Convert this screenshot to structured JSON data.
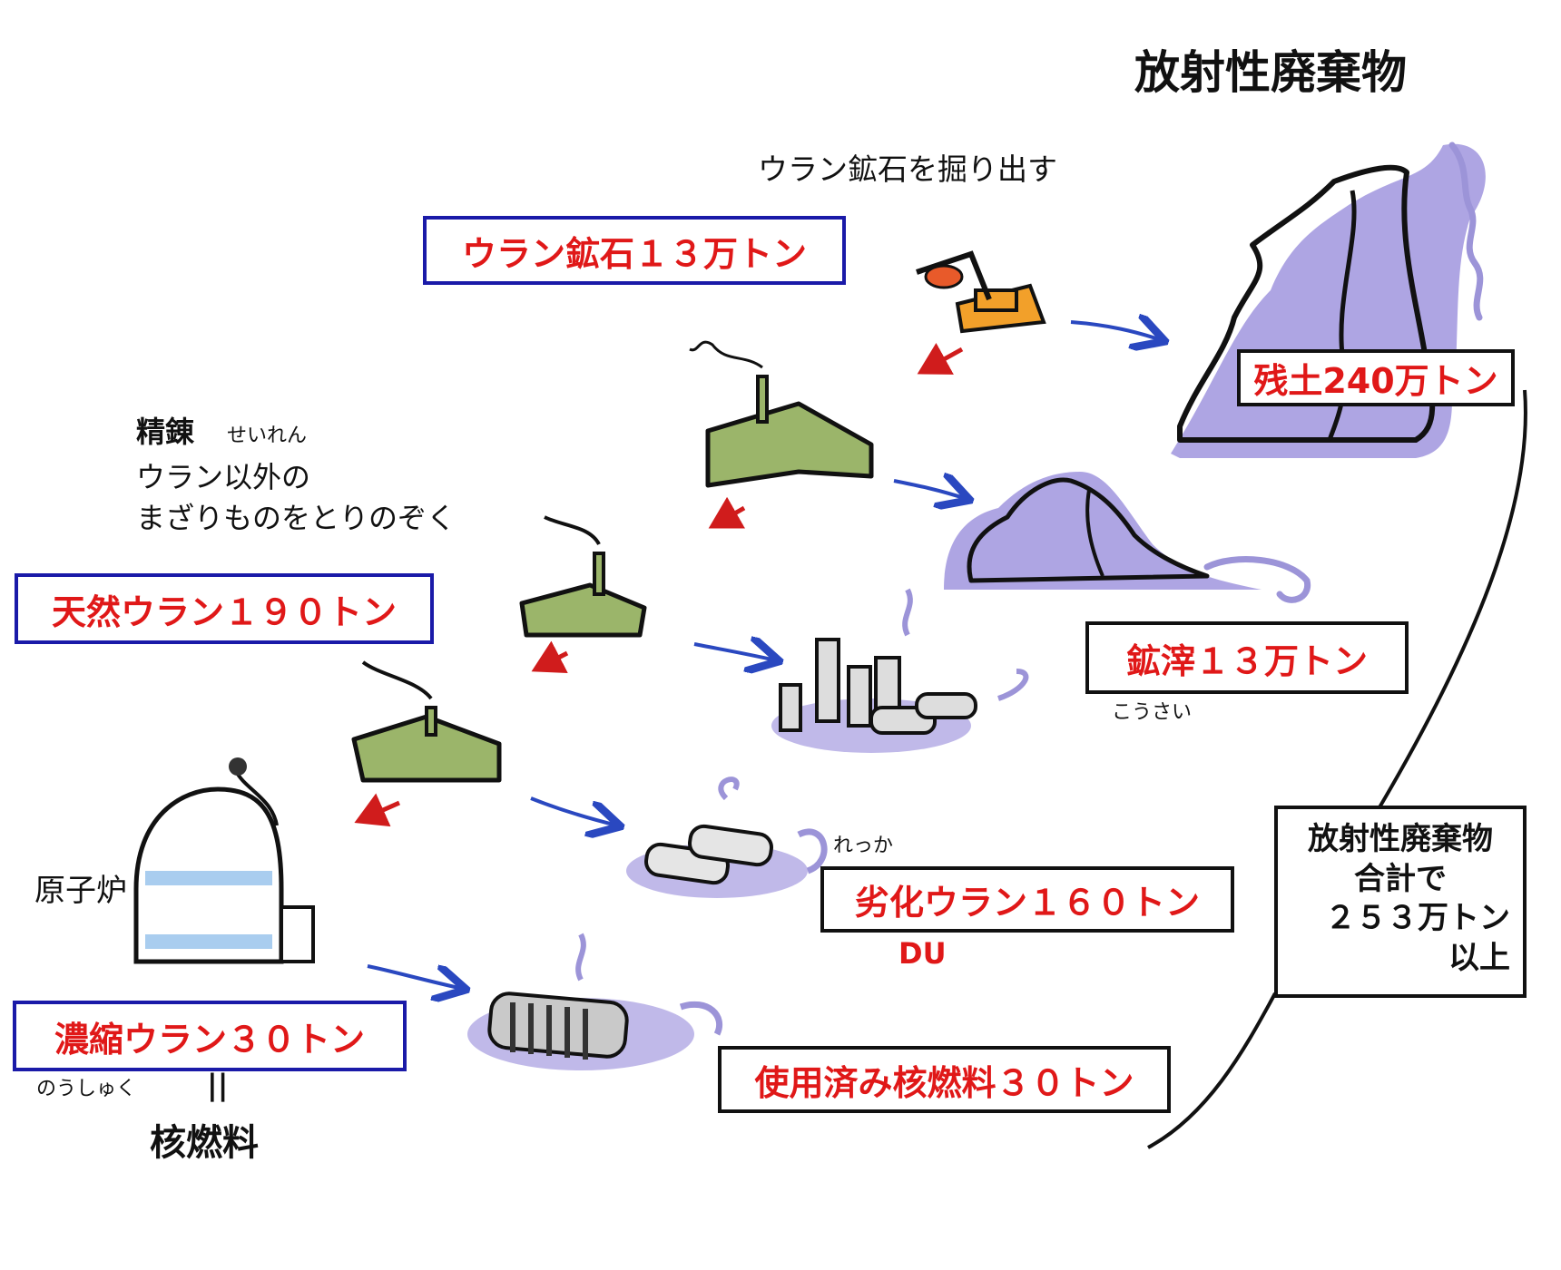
{
  "title": "放射性廃棄物",
  "annotations": {
    "mining": "ウラン鉱石を掘り出す",
    "refining_title": "精錬",
    "refining_ruby": "せいれん",
    "refining_desc_1": "ウラン以外の",
    "refining_desc_2": "まざりものをとりのぞく",
    "reactor": "原子炉",
    "enriched_ruby": "のうしゅく",
    "equals": "||",
    "nuclear_fuel": "核燃料",
    "tailings_ruby": "こうさい",
    "du_ruby": "れっか",
    "du_abbr": "DU"
  },
  "inputs": {
    "ore": "ウラン鉱石１３万トン",
    "natural_uranium": "天然ウラン１９０トン",
    "enriched_uranium": "濃縮ウラン３０トン"
  },
  "wastes": {
    "residual_soil": "残土240万トン",
    "tailings": "鉱滓１３万トン",
    "depleted_uranium": "劣化ウラン１６０トン",
    "spent_fuel": "使用済み核燃料３０トン"
  },
  "total": {
    "line1": "放射性廃棄物",
    "line2": "合計で",
    "line3": "２５３万トン",
    "line4": "以上"
  },
  "colors": {
    "red_label": "#e01818",
    "blue_border": "#1a1aa8",
    "blue_arrow": "#2a48c0",
    "red_arrow": "#d01c1c",
    "waste_purple": "#a59be0",
    "factory_green": "#9bb56a",
    "excavator_orange": "#f2a02a"
  }
}
